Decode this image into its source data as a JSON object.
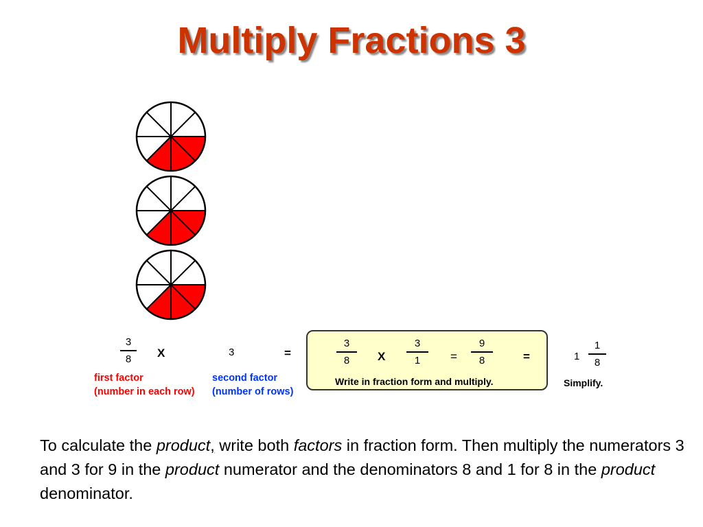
{
  "title": "Multiply Fractions 3",
  "circles": {
    "count": 3,
    "slices": 8,
    "filled_slices": 3,
    "fill_color": "#ff0000",
    "stroke_color": "#000000"
  },
  "equation": {
    "first": {
      "numerator": "3",
      "denominator": "8"
    },
    "times": "X",
    "second": "3",
    "equals": "=",
    "first_label": [
      "first factor",
      "(number in each row)"
    ],
    "second_label": [
      "second factor",
      "(number of rows)"
    ],
    "first_label_color": "#ff0000",
    "second_label_color": "#0033ff"
  },
  "box": {
    "a": {
      "numerator": "3",
      "denominator": "8"
    },
    "times": "X",
    "b": {
      "numerator": "3",
      "denominator": "1"
    },
    "eq1": "=",
    "c": {
      "numerator": "9",
      "denominator": "8"
    },
    "eq2": "=",
    "caption": "Write in fraction form and multiply."
  },
  "result": {
    "whole": "1",
    "numerator": "1",
    "denominator": "8",
    "caption": "Simplify."
  },
  "paragraph": {
    "p1": "To calculate the ",
    "i1": "product",
    "comma": ",",
    "p2": "  write both ",
    "i2": "factors",
    "p3": " in fraction form.  Then multiply the numerators 3 and 3 for 9 in the ",
    "i3": "product",
    "p4": " numerator and  the denominators 8 and 1 for 8 in the ",
    "i4": "product",
    "p5": " denominator."
  }
}
